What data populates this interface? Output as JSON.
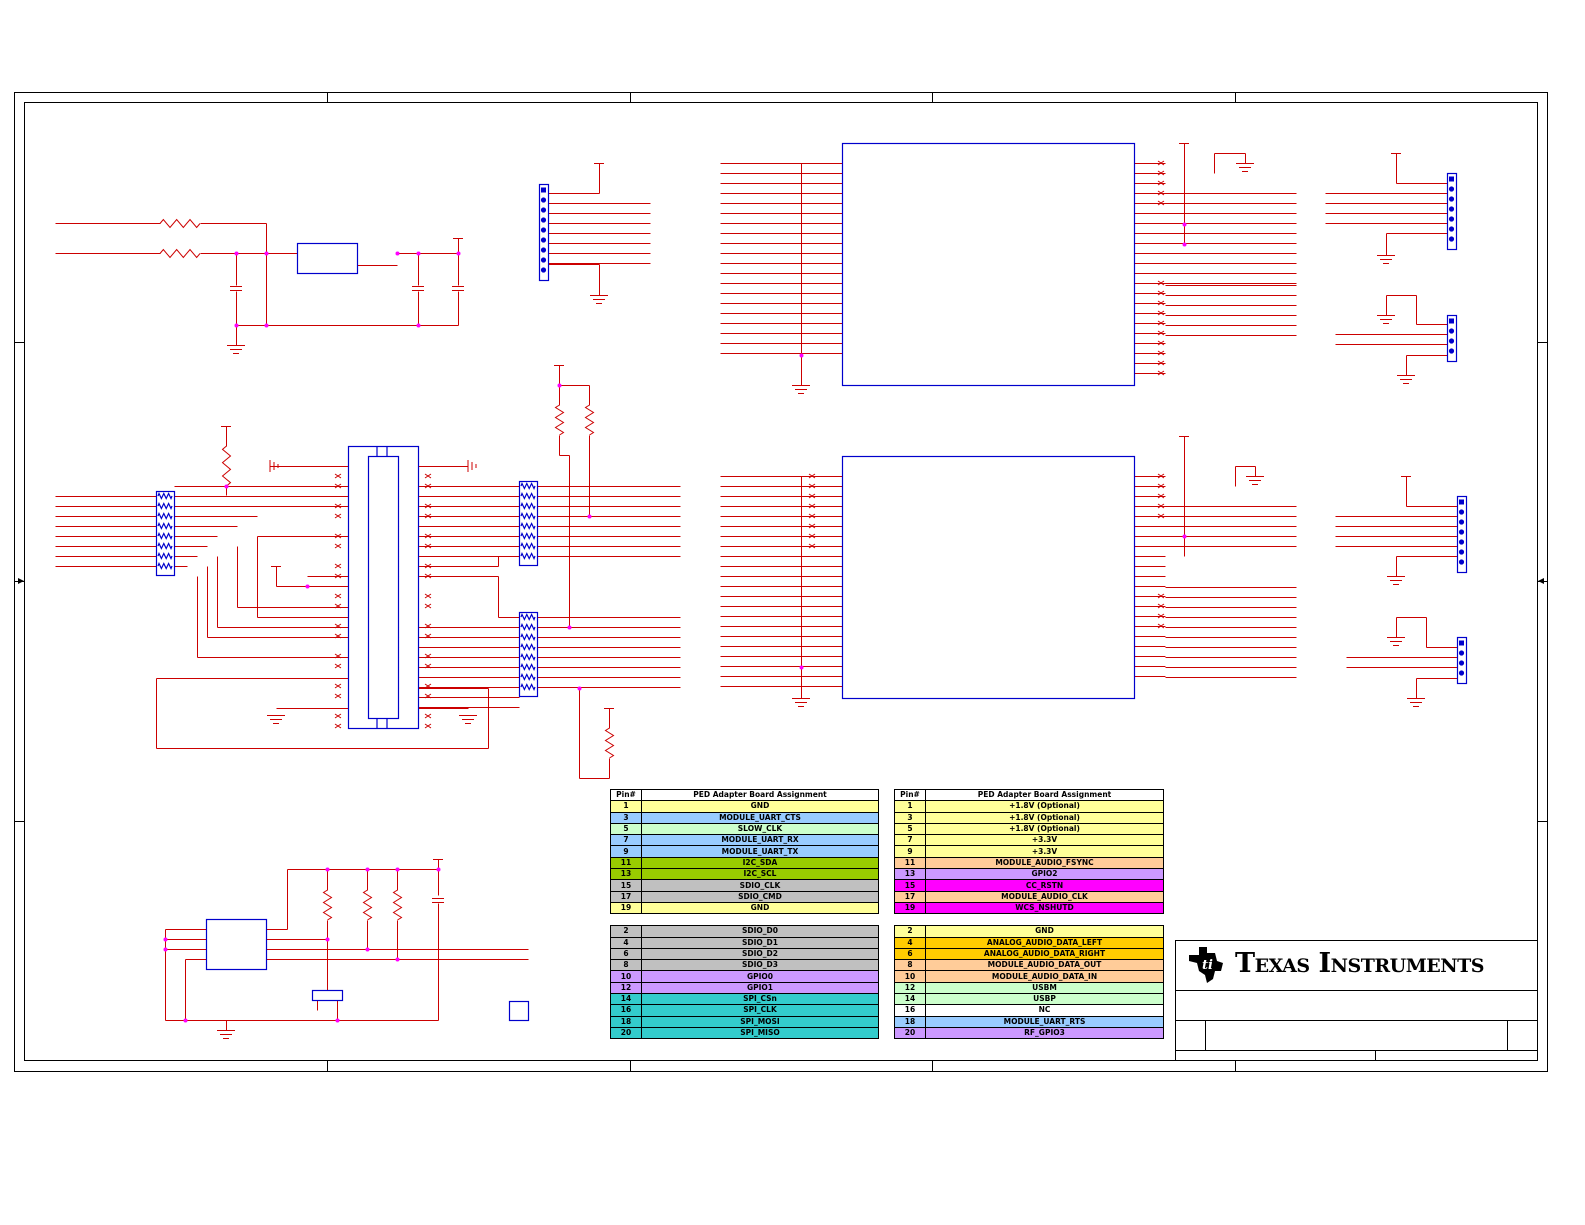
{
  "colors": {
    "wire": "#cc0000",
    "component": "#0000cc",
    "junction": "#ff00ff",
    "border": "#000000"
  },
  "tables": {
    "left": {
      "header": {
        "pin": "Pin#",
        "assign": "PED Adapter Board Assignment"
      },
      "top": [
        {
          "pin": "1",
          "label": "GND",
          "color": "#ffff99"
        },
        {
          "pin": "3",
          "label": "MODULE_UART_CTS",
          "color": "#99ccff"
        },
        {
          "pin": "5",
          "label": "SLOW_CLK",
          "color": "#ccffcc"
        },
        {
          "pin": "7",
          "label": "MODULE_UART_RX",
          "color": "#99ccff"
        },
        {
          "pin": "9",
          "label": "MODULE_UART_TX",
          "color": "#99ccff"
        },
        {
          "pin": "11",
          "label": "I2C_SDA",
          "color": "#99cc00"
        },
        {
          "pin": "13",
          "label": "I2C_SCL",
          "color": "#99cc00"
        },
        {
          "pin": "15",
          "label": "SDIO_CLK",
          "color": "#c0c0c0"
        },
        {
          "pin": "17",
          "label": "SDIO_CMD",
          "color": "#c0c0c0"
        },
        {
          "pin": "19",
          "label": "GND",
          "color": "#ffff99"
        }
      ],
      "bottom": [
        {
          "pin": "2",
          "label": "SDIO_D0",
          "color": "#c0c0c0"
        },
        {
          "pin": "4",
          "label": "SDIO_D1",
          "color": "#c0c0c0"
        },
        {
          "pin": "6",
          "label": "SDIO_D2",
          "color": "#c0c0c0"
        },
        {
          "pin": "8",
          "label": "SDIO_D3",
          "color": "#c0c0c0"
        },
        {
          "pin": "10",
          "label": "GPIO0",
          "color": "#cc99ff"
        },
        {
          "pin": "12",
          "label": "GPIO1",
          "color": "#cc99ff"
        },
        {
          "pin": "14",
          "label": "SPI_CSn",
          "color": "#33cccc"
        },
        {
          "pin": "16",
          "label": "SPI_CLK",
          "color": "#33cccc"
        },
        {
          "pin": "18",
          "label": "SPI_MOSI",
          "color": "#33cccc"
        },
        {
          "pin": "20",
          "label": "SPI_MISO",
          "color": "#33cccc"
        }
      ]
    },
    "right": {
      "header": {
        "pin": "Pin#",
        "assign": "PED Adapter Board Assignment"
      },
      "top": [
        {
          "pin": "1",
          "label": "+1.8V (Optional)",
          "color": "#ffff99"
        },
        {
          "pin": "3",
          "label": "+1.8V (Optional)",
          "color": "#ffff99"
        },
        {
          "pin": "5",
          "label": "+1.8V (Optional)",
          "color": "#ffff99"
        },
        {
          "pin": "7",
          "label": "+3.3V",
          "color": "#ffff99"
        },
        {
          "pin": "9",
          "label": "+3.3V",
          "color": "#ffff99"
        },
        {
          "pin": "11",
          "label": "MODULE_AUDIO_FSYNC",
          "color": "#ffcc99"
        },
        {
          "pin": "13",
          "label": "GPIO2",
          "color": "#cc99ff"
        },
        {
          "pin": "15",
          "label": "CC_RSTN",
          "color": "#ff00ff"
        },
        {
          "pin": "17",
          "label": "MODULE_AUDIO_CLK",
          "color": "#ffcc99"
        },
        {
          "pin": "19",
          "label": "WCS_NSHUTD",
          "color": "#ff00ff"
        }
      ],
      "bottom": [
        {
          "pin": "2",
          "label": "GND",
          "color": "#ffff99"
        },
        {
          "pin": "4",
          "label": "ANALOG_AUDIO_DATA_LEFT",
          "color": "#ffcc00"
        },
        {
          "pin": "6",
          "label": "ANALOG_AUDIO_DATA_RIGHT",
          "color": "#ffcc00"
        },
        {
          "pin": "8",
          "label": "MODULE_AUDIO_DATA_OUT",
          "color": "#ffcc99"
        },
        {
          "pin": "10",
          "label": "MODULE_AUDIO_DATA_IN",
          "color": "#ffcc99"
        },
        {
          "pin": "12",
          "label": "USBM",
          "color": "#ccffcc"
        },
        {
          "pin": "14",
          "label": "USBP",
          "color": "#ccffcc"
        },
        {
          "pin": "16",
          "label": "NC",
          "color": "#ffffff"
        },
        {
          "pin": "18",
          "label": "MODULE_UART_RTS",
          "color": "#99ccff"
        },
        {
          "pin": "20",
          "label": "RF_GPIO3",
          "color": "#cc99ff"
        }
      ]
    }
  },
  "title_block": {
    "company": "Texas Instruments",
    "logo_icon": "ti-logo-icon"
  }
}
